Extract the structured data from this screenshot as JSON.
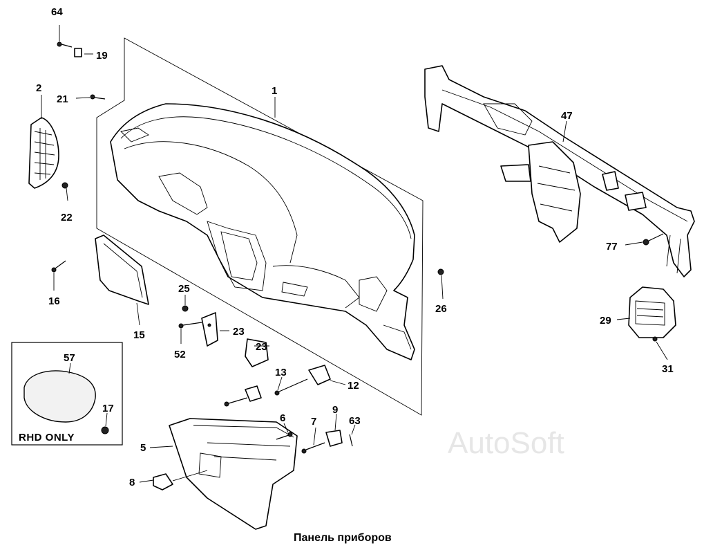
{
  "caption": "Панель приборов",
  "watermark": "AutoSoft",
  "inset_note": "RHD ONLY",
  "callouts": {
    "c64": "64",
    "c19": "19",
    "c2": "2",
    "c21": "21",
    "c1": "1",
    "c47": "47",
    "c22": "22",
    "c16": "16",
    "c15": "15",
    "c25": "25",
    "c23a": "23",
    "c52": "52",
    "c23b": "23",
    "c26": "26",
    "c77": "77",
    "c29": "29",
    "c31": "31",
    "c57": "57",
    "c17": "17",
    "c13": "13",
    "c12": "12",
    "c6": "6",
    "c9": "9",
    "c7": "7",
    "c63": "63",
    "c5": "5",
    "c8": "8"
  }
}
